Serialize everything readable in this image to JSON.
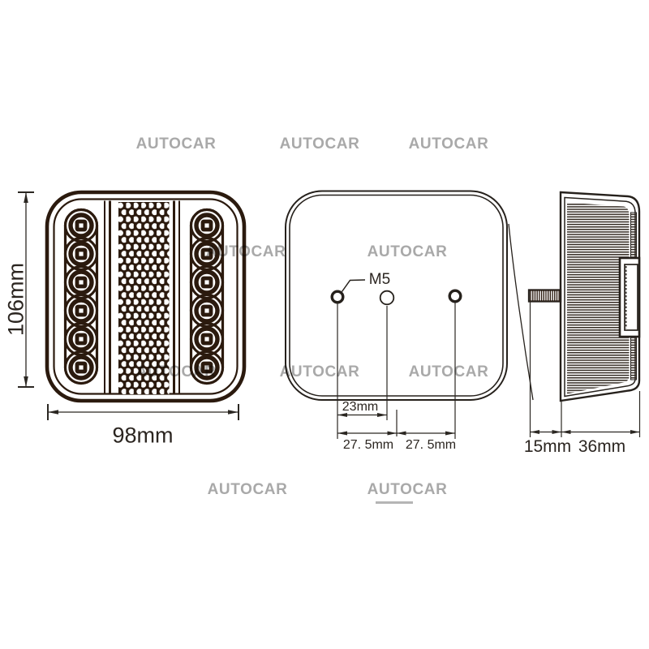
{
  "watermark": {
    "text": "AUTOCAR"
  },
  "front_view": {
    "height_label": "106mm",
    "width_label": "98mm"
  },
  "back_view": {
    "thread_size_label": "M5",
    "hole_pitch_label": "23mm",
    "left_center_offset_label": "27. 5mm",
    "right_center_offset_label": "27. 5mm"
  },
  "side_view": {
    "stud_length_label": "15mm",
    "body_depth_label": "36mm"
  },
  "colors": {
    "artwork_line": "#2b1a0e",
    "secondary_line": "#26211c",
    "dimension_line": "#2b2722",
    "watermark_gray": "#a9a9a9",
    "background": "#ffffff"
  }
}
